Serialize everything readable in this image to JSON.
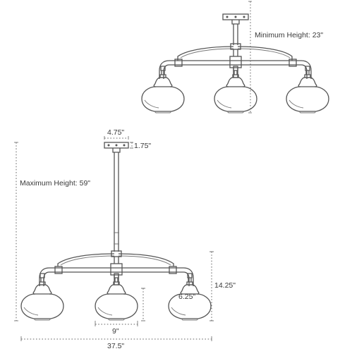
{
  "top_view": {
    "min_height_label": "Minimum Height: 23\""
  },
  "bottom_view": {
    "max_height_label": "Maximum Height: 59\"",
    "canopy_width": "4.75\"",
    "canopy_height": "1.75\"",
    "fixture_height": "14.25\"",
    "shade_height": "6.25\"",
    "shade_width": "9\"",
    "overall_width": "37.5\""
  }
}
